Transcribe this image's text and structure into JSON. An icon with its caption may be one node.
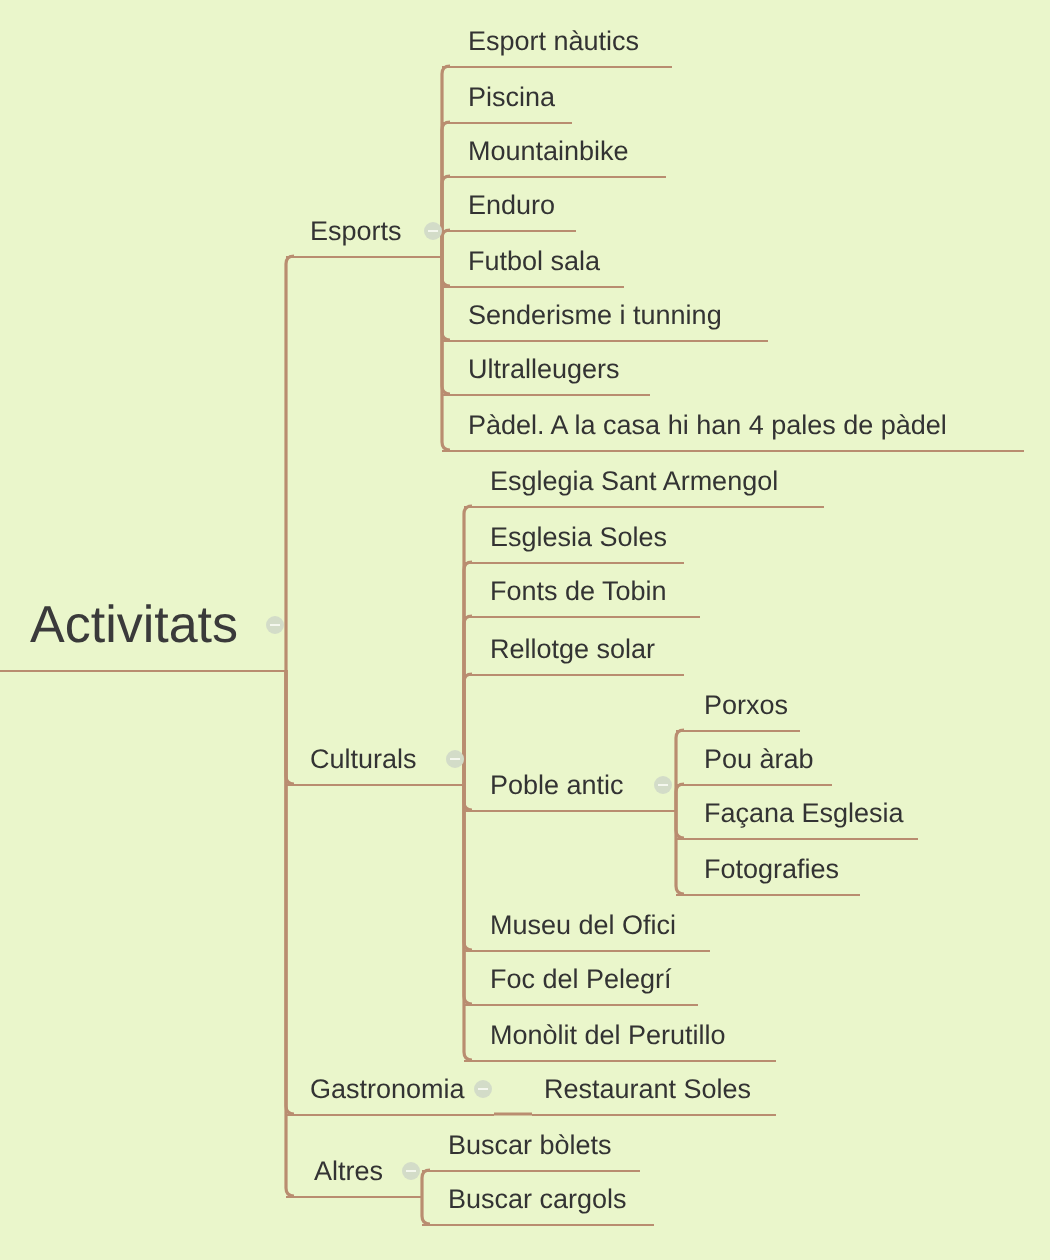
{
  "diagram": {
    "nodes": [
      {
        "text": [
          "Activitats"
        ]
      },
      {
        "text": [
          "Esports"
        ]
      },
      {
        "text": [
          "Esport nàutics"
        ]
      },
      {
        "text": [
          "Piscina"
        ]
      },
      {
        "text": [
          "Mountainbike"
        ]
      },
      {
        "text": [
          "Enduro"
        ]
      },
      {
        "text": [
          "Futbol sala"
        ]
      },
      {
        "text": [
          "Senderisme i tunning"
        ]
      },
      {
        "text": [
          "Ultralleugers"
        ]
      },
      {
        "text": [
          "Pàdel. A la casa hi han 4 pales de pàdel"
        ]
      },
      {
        "text": [
          "Culturals"
        ]
      },
      {
        "text": [
          "Esglegia Sant Armengol"
        ]
      },
      {
        "text": [
          "Esglesia Soles"
        ]
      },
      {
        "text": [
          "Fonts de Tobin"
        ]
      },
      {
        "text": [
          "Rellotge solar"
        ]
      },
      {
        "text": [
          "Poble antic"
        ]
      },
      {
        "text": [
          "Porxos"
        ]
      },
      {
        "text": [
          "Pou àrab"
        ]
      },
      {
        "text": [
          "Façana Esglesia"
        ]
      },
      {
        "text": [
          "Fotografies"
        ]
      },
      {
        "text": [
          "Museu del Ofici"
        ]
      },
      {
        "text": [
          "Foc del Pelegrí"
        ]
      },
      {
        "text": [
          "Monòlit del Perutillo"
        ]
      },
      {
        "text": [
          "Gastronomia"
        ]
      },
      {
        "text": [
          "Restaurant Soles"
        ]
      },
      {
        "text": [
          "Altres"
        ]
      },
      {
        "text": [
          "Buscar bòlets"
        ]
      },
      {
        "text": [
          "Buscar cargols"
        ]
      }
    ],
    "edges": [
      {
        "from": 0,
        "to": 1,
        "arrow": "none"
      },
      {
        "from": 1,
        "to": 2,
        "arrow": "none"
      },
      {
        "from": 1,
        "to": 3,
        "arrow": "none"
      },
      {
        "from": 1,
        "to": 4,
        "arrow": "none"
      },
      {
        "from": 1,
        "to": 5,
        "arrow": "none"
      },
      {
        "from": 1,
        "to": 6,
        "arrow": "none"
      },
      {
        "from": 1,
        "to": 7,
        "arrow": "none"
      },
      {
        "from": 1,
        "to": 8,
        "arrow": "none"
      },
      {
        "from": 1,
        "to": 9,
        "arrow": "none"
      },
      {
        "from": 0,
        "to": 10,
        "arrow": "none"
      },
      {
        "from": 10,
        "to": 11,
        "arrow": "none"
      },
      {
        "from": 10,
        "to": 12,
        "arrow": "none"
      },
      {
        "from": 10,
        "to": 13,
        "arrow": "none"
      },
      {
        "from": 10,
        "to": 14,
        "arrow": "none"
      },
      {
        "from": 10,
        "to": 15,
        "arrow": "none"
      },
      {
        "from": 15,
        "to": 16,
        "arrow": "none"
      },
      {
        "from": 15,
        "to": 17,
        "arrow": "none"
      },
      {
        "from": 15,
        "to": 18,
        "arrow": "none"
      },
      {
        "from": 15,
        "to": 19,
        "arrow": "none"
      },
      {
        "from": 10,
        "to": 20,
        "arrow": "none"
      },
      {
        "from": 10,
        "to": 21,
        "arrow": "none"
      },
      {
        "from": 10,
        "to": 22,
        "arrow": "none"
      },
      {
        "from": 0,
        "to": 23,
        "arrow": "none"
      },
      {
        "from": 23,
        "to": 24,
        "arrow": "none"
      },
      {
        "from": 0,
        "to": 25,
        "arrow": "none"
      },
      {
        "from": 25,
        "to": 26,
        "arrow": "none"
      },
      {
        "from": 25,
        "to": 27,
        "arrow": "none"
      }
    ]
  }
}
